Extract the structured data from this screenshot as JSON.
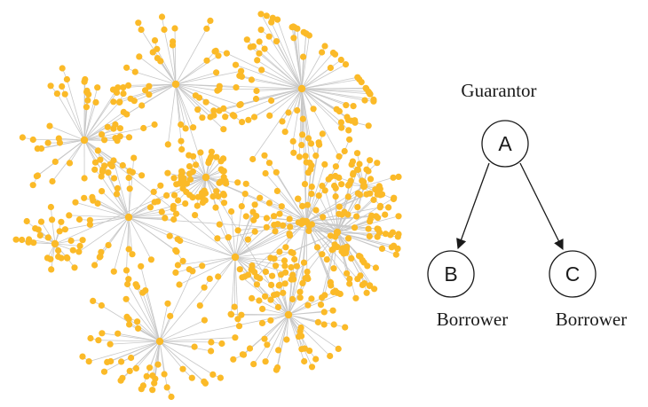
{
  "colors": {
    "node_fill": "#FBBA28",
    "edge": "#C8C8C8",
    "tree_stroke": "#1a1a1a"
  },
  "guarantee_network": {
    "hubs": [
      {
        "id": "h1",
        "leaves": 42
      },
      {
        "id": "h2",
        "leaves": 70
      },
      {
        "id": "h3",
        "leaves": 40
      },
      {
        "id": "h4",
        "leaves": 38
      },
      {
        "id": "h5",
        "leaves": 36
      },
      {
        "id": "h6",
        "leaves": 55
      },
      {
        "id": "h7",
        "leaves": 45
      },
      {
        "id": "h8",
        "leaves": 48
      },
      {
        "id": "h9",
        "leaves": 46
      },
      {
        "id": "h10",
        "leaves": 62
      },
      {
        "id": "h11",
        "leaves": 20
      },
      {
        "id": "h12",
        "leaves": 16
      }
    ],
    "hub_links": [
      [
        "h1",
        "h2"
      ],
      [
        "h1",
        "h3"
      ],
      [
        "h2",
        "h6"
      ],
      [
        "h3",
        "h5"
      ],
      [
        "h4",
        "h5"
      ],
      [
        "h5",
        "h6"
      ],
      [
        "h6",
        "h8"
      ],
      [
        "h6",
        "h9"
      ],
      [
        "h8",
        "h9"
      ],
      [
        "h8",
        "h10"
      ],
      [
        "h9",
        "h7"
      ],
      [
        "h4",
        "h10"
      ],
      [
        "h5",
        "h8"
      ],
      [
        "h1",
        "h8"
      ],
      [
        "h11",
        "h8"
      ],
      [
        "h12",
        "h6"
      ]
    ]
  },
  "guarantee_example": {
    "guarantor_caption": "Guarantor",
    "nodes": {
      "a": "A",
      "b": "B",
      "c": "C"
    },
    "borrower_b_caption": "Borrower",
    "borrower_c_caption": "Borrower"
  }
}
